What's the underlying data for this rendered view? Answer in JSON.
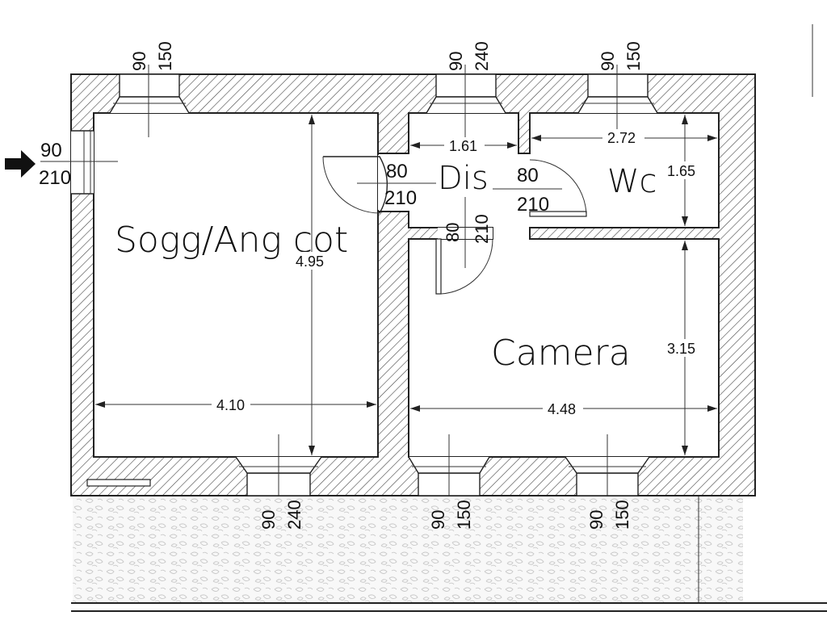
{
  "rooms": {
    "soggiorno": "Sogg/Ang cot",
    "disimpegno": "Dis",
    "wc": "Wc",
    "camera": "Camera"
  },
  "dimensions": {
    "soggiorno_height": "4.95",
    "soggiorno_width": "4.10",
    "dis_width": "1.61",
    "wc_width": "2.72",
    "wc_height": "1.65",
    "camera_height": "3.15",
    "camera_width": "4.48"
  },
  "openings": {
    "top_window_1": {
      "w": "90",
      "h": "150"
    },
    "top_window_2": {
      "w": "90",
      "h": "240"
    },
    "top_window_3": {
      "w": "90",
      "h": "150"
    },
    "entrance_door": {
      "w": "90",
      "h": "210"
    },
    "dis_door_left": {
      "w": "80",
      "h": "210"
    },
    "dis_door_right": {
      "w": "80",
      "h": "210"
    },
    "camera_door": {
      "w": "80",
      "h": "210"
    },
    "bottom_window_1": {
      "w": "90",
      "h": "240"
    },
    "bottom_window_2": {
      "w": "90",
      "h": "150"
    },
    "bottom_window_3": {
      "w": "90",
      "h": "150"
    }
  },
  "icons": {
    "entrance": "entrance-arrow-icon"
  }
}
